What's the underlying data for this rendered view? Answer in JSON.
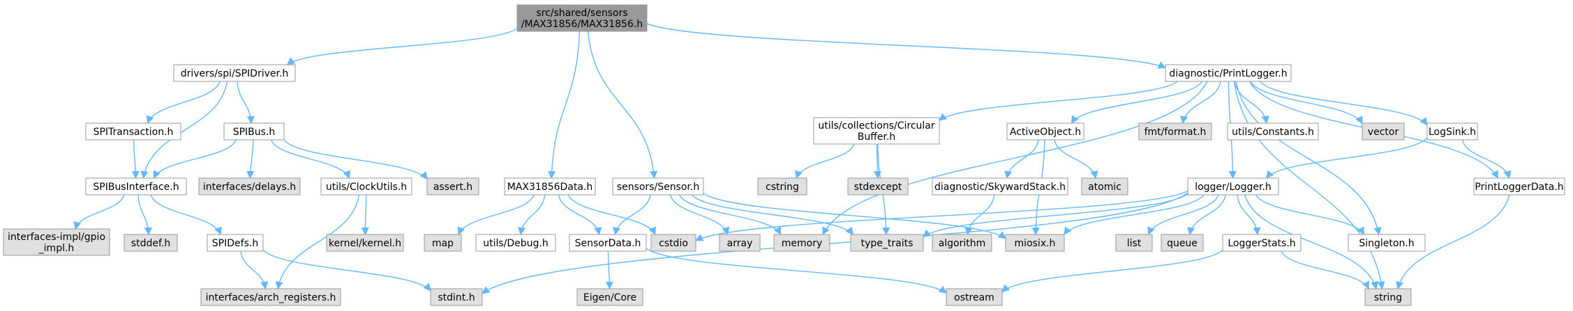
{
  "diagram": {
    "title": "",
    "colors": {
      "edge": "#63b8ff",
      "root_fill": "#999999",
      "internal_fill": "#ffffff",
      "external_fill": "#e0e0e0",
      "border": "#999999"
    },
    "nodes": [
      {
        "id": "root",
        "lines": [
          "src/shared/sensors",
          "/MAX31856/MAX31856.h"
        ],
        "kind": "root"
      },
      {
        "id": "spidriver",
        "lines": [
          "drivers/spi/SPIDriver.h"
        ],
        "kind": "internal"
      },
      {
        "id": "max31856data",
        "lines": [
          "MAX31856Data.h"
        ],
        "kind": "internal"
      },
      {
        "id": "sensor",
        "lines": [
          "sensors/Sensor.h"
        ],
        "kind": "internal"
      },
      {
        "id": "printlogger",
        "lines": [
          "diagnostic/PrintLogger.h"
        ],
        "kind": "internal"
      },
      {
        "id": "spitransaction",
        "lines": [
          "SPITransaction.h"
        ],
        "kind": "internal"
      },
      {
        "id": "spibus",
        "lines": [
          "SPIBus.h"
        ],
        "kind": "internal"
      },
      {
        "id": "spibusinterface",
        "lines": [
          "SPIBusInterface.h"
        ],
        "kind": "internal"
      },
      {
        "id": "delays",
        "lines": [
          "interfaces/delays.h"
        ],
        "kind": "external"
      },
      {
        "id": "clockutils",
        "lines": [
          "utils/ClockUtils.h"
        ],
        "kind": "internal"
      },
      {
        "id": "assert",
        "lines": [
          "assert.h"
        ],
        "kind": "external"
      },
      {
        "id": "gpioimpl",
        "lines": [
          "interfaces-impl/gpio",
          "_impl.h"
        ],
        "kind": "external"
      },
      {
        "id": "stddef",
        "lines": [
          "stddef.h"
        ],
        "kind": "external"
      },
      {
        "id": "spidefs",
        "lines": [
          "SPIDefs.h"
        ],
        "kind": "internal"
      },
      {
        "id": "kernel",
        "lines": [
          "kernel/kernel.h"
        ],
        "kind": "external"
      },
      {
        "id": "archregs",
        "lines": [
          "interfaces/arch_registers.h"
        ],
        "kind": "external"
      },
      {
        "id": "stdint",
        "lines": [
          "stdint.h"
        ],
        "kind": "external"
      },
      {
        "id": "map",
        "lines": [
          "map"
        ],
        "kind": "external"
      },
      {
        "id": "debug",
        "lines": [
          "utils/Debug.h"
        ],
        "kind": "internal"
      },
      {
        "id": "sensordata",
        "lines": [
          "SensorData.h"
        ],
        "kind": "internal"
      },
      {
        "id": "cstdio",
        "lines": [
          "cstdio"
        ],
        "kind": "external"
      },
      {
        "id": "array",
        "lines": [
          "array"
        ],
        "kind": "external"
      },
      {
        "id": "memory",
        "lines": [
          "memory"
        ],
        "kind": "external"
      },
      {
        "id": "eigen",
        "lines": [
          "Eigen/Core"
        ],
        "kind": "external"
      },
      {
        "id": "circbuf",
        "lines": [
          "utils/collections/Circular",
          "Buffer.h"
        ],
        "kind": "internal"
      },
      {
        "id": "cstring",
        "lines": [
          "cstring"
        ],
        "kind": "external"
      },
      {
        "id": "stdexcept",
        "lines": [
          "stdexcept"
        ],
        "kind": "external"
      },
      {
        "id": "typetraits",
        "lines": [
          "type_traits"
        ],
        "kind": "external"
      },
      {
        "id": "activeobject",
        "lines": [
          "ActiveObject.h"
        ],
        "kind": "internal"
      },
      {
        "id": "skywardstack",
        "lines": [
          "diagnostic/SkywardStack.h"
        ],
        "kind": "internal"
      },
      {
        "id": "atomic",
        "lines": [
          "atomic"
        ],
        "kind": "external"
      },
      {
        "id": "algorithm",
        "lines": [
          "algorithm"
        ],
        "kind": "external"
      },
      {
        "id": "miosix",
        "lines": [
          "miosix.h"
        ],
        "kind": "external"
      },
      {
        "id": "fmtformat",
        "lines": [
          "fmt/format.h"
        ],
        "kind": "external"
      },
      {
        "id": "constants",
        "lines": [
          "utils/Constants.h"
        ],
        "kind": "internal"
      },
      {
        "id": "logger",
        "lines": [
          "logger/Logger.h"
        ],
        "kind": "internal"
      },
      {
        "id": "vector",
        "lines": [
          "vector"
        ],
        "kind": "external"
      },
      {
        "id": "logsink",
        "lines": [
          "LogSink.h"
        ],
        "kind": "internal"
      },
      {
        "id": "printloggerdata",
        "lines": [
          "PrintLoggerData.h"
        ],
        "kind": "internal"
      },
      {
        "id": "list",
        "lines": [
          "list"
        ],
        "kind": "external"
      },
      {
        "id": "queue",
        "lines": [
          "queue"
        ],
        "kind": "external"
      },
      {
        "id": "loggerstats",
        "lines": [
          "LoggerStats.h"
        ],
        "kind": "internal"
      },
      {
        "id": "singleton",
        "lines": [
          "Singleton.h"
        ],
        "kind": "internal"
      },
      {
        "id": "ostream",
        "lines": [
          "ostream"
        ],
        "kind": "external"
      },
      {
        "id": "string",
        "lines": [
          "string"
        ],
        "kind": "external"
      }
    ],
    "edges": [
      [
        "root",
        "spidriver"
      ],
      [
        "root",
        "max31856data"
      ],
      [
        "root",
        "sensor"
      ],
      [
        "root",
        "printlogger"
      ],
      [
        "spidriver",
        "spitransaction"
      ],
      [
        "spidriver",
        "spibus"
      ],
      [
        "spidriver",
        "spibusinterface"
      ],
      [
        "spitransaction",
        "spibusinterface"
      ],
      [
        "spibus",
        "spibusinterface"
      ],
      [
        "spibus",
        "delays"
      ],
      [
        "spibus",
        "clockutils"
      ],
      [
        "spibus",
        "assert"
      ],
      [
        "spibusinterface",
        "gpioimpl"
      ],
      [
        "spibusinterface",
        "stddef"
      ],
      [
        "spibusinterface",
        "spidefs"
      ],
      [
        "clockutils",
        "kernel"
      ],
      [
        "clockutils",
        "archregs"
      ],
      [
        "spidefs",
        "archregs"
      ],
      [
        "spidefs",
        "stdint"
      ],
      [
        "max31856data",
        "map"
      ],
      [
        "max31856data",
        "debug"
      ],
      [
        "max31856data",
        "sensordata"
      ],
      [
        "max31856data",
        "cstdio"
      ],
      [
        "sensor",
        "sensordata"
      ],
      [
        "sensor",
        "array"
      ],
      [
        "sensor",
        "memory"
      ],
      [
        "sensor",
        "typetraits"
      ],
      [
        "sensor",
        "miosix"
      ],
      [
        "sensordata",
        "eigen"
      ],
      [
        "sensordata",
        "ostream"
      ],
      [
        "printlogger",
        "memory"
      ],
      [
        "printlogger",
        "circbuf"
      ],
      [
        "printlogger",
        "activeobject"
      ],
      [
        "printlogger",
        "fmtformat"
      ],
      [
        "printlogger",
        "constants"
      ],
      [
        "printlogger",
        "logger"
      ],
      [
        "printlogger",
        "vector"
      ],
      [
        "printlogger",
        "logsink"
      ],
      [
        "printlogger",
        "printloggerdata"
      ],
      [
        "printlogger",
        "singleton"
      ],
      [
        "printlogger",
        "string"
      ],
      [
        "circbuf",
        "cstring"
      ],
      [
        "circbuf",
        "stdexcept"
      ],
      [
        "circbuf",
        "typetraits"
      ],
      [
        "activeobject",
        "skywardstack"
      ],
      [
        "activeobject",
        "atomic"
      ],
      [
        "activeobject",
        "miosix"
      ],
      [
        "skywardstack",
        "algorithm"
      ],
      [
        "logsink",
        "logger"
      ],
      [
        "logsink",
        "printloggerdata"
      ],
      [
        "printloggerdata",
        "string"
      ],
      [
        "logger",
        "cstdio"
      ],
      [
        "logger",
        "typetraits"
      ],
      [
        "logger",
        "miosix"
      ],
      [
        "logger",
        "list"
      ],
      [
        "logger",
        "queue"
      ],
      [
        "logger",
        "loggerstats"
      ],
      [
        "logger",
        "singleton"
      ],
      [
        "logger",
        "string"
      ],
      [
        "logger",
        "stdint"
      ],
      [
        "loggerstats",
        "ostream"
      ],
      [
        "loggerstats",
        "string"
      ]
    ]
  }
}
